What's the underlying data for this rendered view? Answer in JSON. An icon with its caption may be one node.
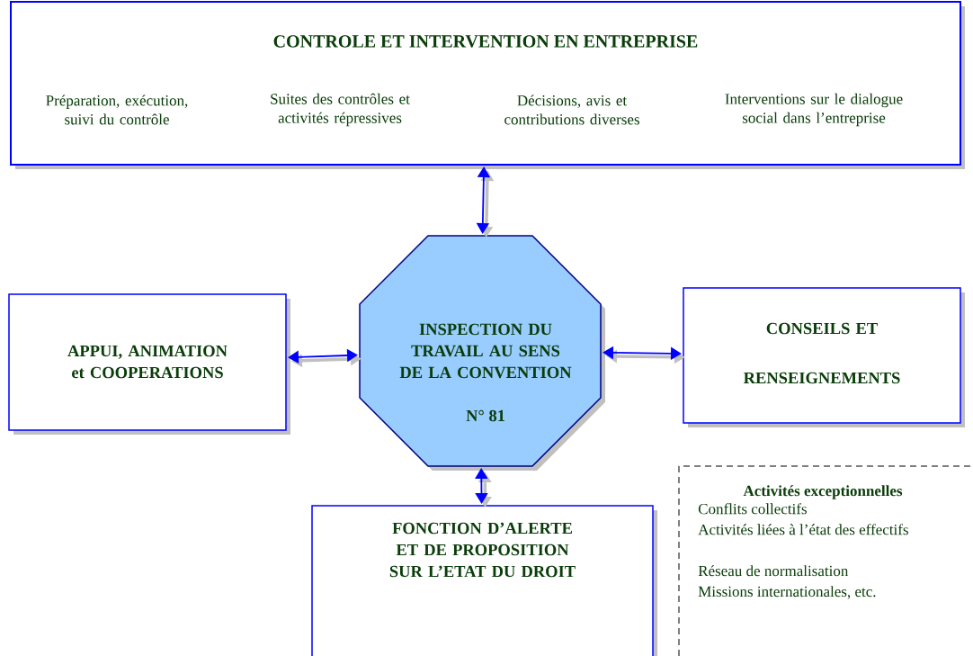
{
  "diagram": {
    "nodes": [
      {
        "text": [
          "CONTROLE ET INTERVENTION EN ENTREPRISE",
          "Préparation, exécution, suivi du contrôle",
          "Suites des contrôles et activités répressives",
          "Décisions, avis et contributions diverses",
          "Interventions sur le dialogue social dans l’entreprise"
        ]
      },
      {
        "text": [
          "INSPECTION DU TRAVAIL AU SENS DE LA CONVENTION",
          "N° 81"
        ]
      },
      {
        "text": [
          "APPUI, ANIMATION et COOPERATIONS"
        ]
      },
      {
        "text": [
          "CONSEILS ET",
          "RENSEIGNEMENTS"
        ]
      },
      {
        "text": [
          "FONCTION D’ALERTE ET DE PROPOSITION SUR L’ETAT DU DROIT"
        ]
      },
      {
        "text": [
          "Activités exceptionnelles",
          "Conflits collectifs",
          "Activités liées à l’état des effectifs",
          "Réseau de normalisation",
          "Missions internationales, etc."
        ]
      }
    ],
    "edges": [
      {
        "from": 1,
        "to": 0,
        "arrow": "both"
      },
      {
        "from": 1,
        "to": 2,
        "arrow": "both"
      },
      {
        "from": 1,
        "to": 3,
        "arrow": "both"
      },
      {
        "from": 1,
        "to": 4,
        "arrow": "both"
      }
    ]
  }
}
